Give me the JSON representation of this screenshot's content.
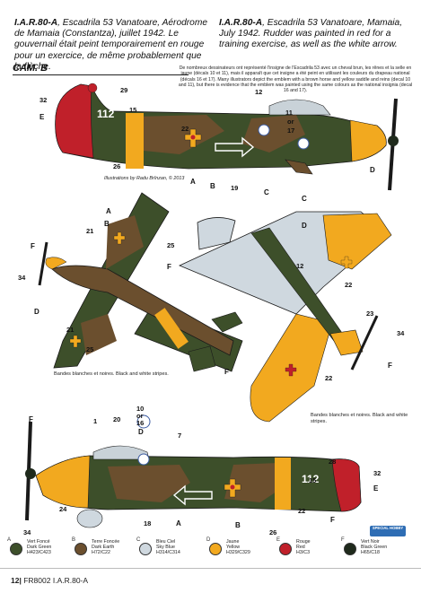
{
  "captions": {
    "fr_title": "I.A.R.80-A",
    "fr_text": ", Escadrila 53 Vanatoare, Aérodrome de Mamaia (Constantza), juillet 1942. Le gouvernail était peint temporairement en rouge pour un exercice, de même probablement que la flèche.",
    "en_title": "I.A.R.80-A",
    "en_text": ", Escadrila 53 Vanatoare, Mamaia, July 1942. Rudder was painted in red for a training exercise, as well as the white arrow."
  },
  "scheme_label": "CAM. B",
  "insignia_note": "De nombreux dessinateurs ont représenté l'insigne de l'Escadrila 53 avec un cheval brun, les rênes et la selle en jaune (décals 10 et 11), mais il apparaît que cet insigne a été peint en utilisant les couleurs du drapeau national (décals 16 et 17). Many illustrators depict the emblem with a brown horse and yellow saddle and reins (decal 10 and 11), but there is evidence that the emblem was painted using the same colours as the national insignia (decal 16 and 17).",
  "illustration_credit": "Illustrations by Radu Brînzan, © 2013",
  "stripes_note_left": "Bandes blanches et noires. Black and white stripes.",
  "stripes_note_right": "Bandes blanches et noires. Black and white stripes.",
  "aircraft_code": "112",
  "callouts": {
    "c29": "29",
    "c32": "32",
    "c15": "15",
    "c12": "12",
    "c11": "11",
    "c17": "17",
    "c22": "22",
    "c26": "26",
    "c19": "19",
    "c21": "21",
    "c25": "25",
    "c34": "34",
    "c23": "23",
    "c10": "10",
    "c16": "16",
    "c7": "7",
    "c20": "20",
    "c1": "1",
    "c24": "24",
    "c18": "18",
    "c28": "28",
    "or1": "or",
    "or2": "or",
    "A": "A",
    "B": "B",
    "C": "C",
    "D": "D",
    "E": "E",
    "F": "F"
  },
  "legend": [
    {
      "letter": "A",
      "fr": "Vert Foncé",
      "en": "Dark Green",
      "code": "H423/C423",
      "color": "#3d4f2a"
    },
    {
      "letter": "B",
      "fr": "Terre Foncée",
      "en": "Dark Earth",
      "code": "H72/C22",
      "color": "#6b4f2e"
    },
    {
      "letter": "C",
      "fr": "Bleu Ciel",
      "en": "Sky Blue",
      "code": "H314/C314",
      "color": "#cfd8df"
    },
    {
      "letter": "D",
      "fr": "Jaune",
      "en": "Yellow",
      "code": "H329/C329",
      "color": "#f2a91f"
    },
    {
      "letter": "E",
      "fr": "Rouge",
      "en": "Red",
      "code": "H3/C3",
      "color": "#c0202a"
    },
    {
      "letter": "F",
      "fr": "Vert Noir",
      "en": "Black Green",
      "code": "H65/C18",
      "color": "#1f2a1c"
    }
  ],
  "badge_text": "SPECIAL HOBBY",
  "footer": {
    "page": "12|",
    "code": "FR8002",
    "title": "I.A.R.80-A"
  },
  "colors": {
    "dark_green": "#3d4f2a",
    "dark_earth": "#6b4f2e",
    "sky_blue": "#cfd8df",
    "yellow": "#f2a91f",
    "red": "#c0202a",
    "black_green": "#1f2a1c"
  }
}
